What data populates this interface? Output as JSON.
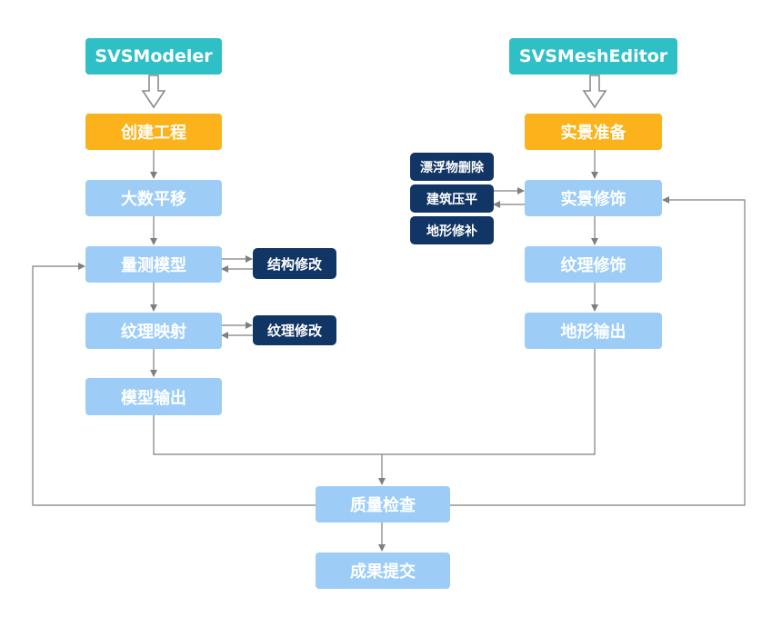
{
  "left_column": {
    "tool": "SVSModeler",
    "start": "创建工程",
    "steps": [
      "大数平移",
      "量测模型",
      "纹理映射",
      "模型输出"
    ],
    "branches": [
      "结构修改",
      "纹理修改"
    ]
  },
  "right_column": {
    "tool": "SVSMeshEditor",
    "start": "实景准备",
    "steps": [
      "实景修饰",
      "纹理修饰",
      "地形输出"
    ],
    "branches": [
      "漂浮物删除",
      "建筑压平",
      "地形修补"
    ]
  },
  "merge": {
    "check": "质量检查",
    "submit": "成果提交"
  },
  "colors": {
    "tool": "#2fbfc6",
    "start": "#fbb21b",
    "step": "#9dcdf7",
    "branch": "#113564",
    "line": "#7f7f7f"
  }
}
